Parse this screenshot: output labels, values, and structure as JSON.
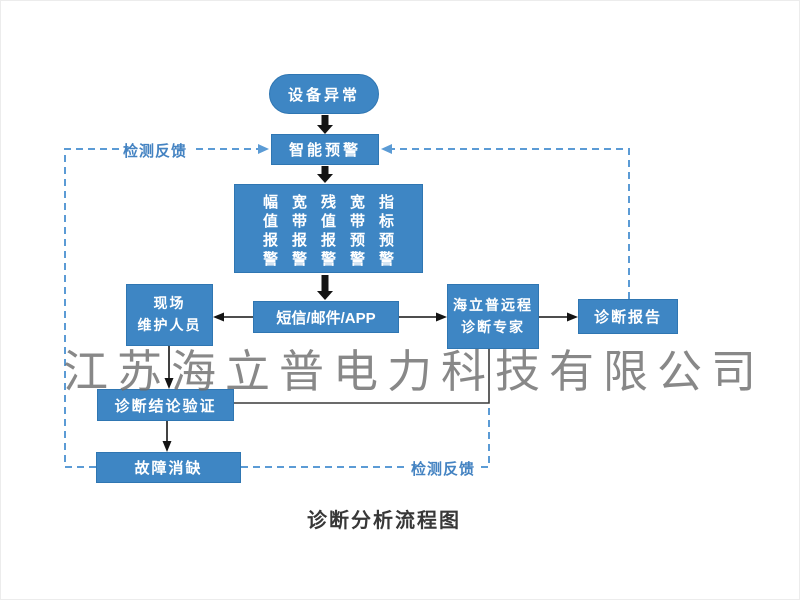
{
  "diagram": {
    "title": "诊断分析流程图",
    "watermark": "江苏海立普电力科技有限公司",
    "nodes": {
      "equipment_abnormal": "设备异常",
      "intelligent_warning": "智能预警",
      "alarm_types": [
        "幅值报警",
        "宽带报警",
        "残值报警",
        "宽带预警",
        "指标预警"
      ],
      "notification": "短信/邮件/APP",
      "field_staff": {
        "line1": "现场",
        "line2": "维护人员"
      },
      "remote_expert": {
        "line1": "海立普远程",
        "line2": "诊断专家"
      },
      "report": "诊断报告",
      "verification": "诊断结论验证",
      "fault_fix": "故障消缺"
    },
    "labels": {
      "feedback_top": "检测反馈",
      "feedback_bottom": "检测反馈"
    },
    "colors": {
      "node_fill": "#3E86C4",
      "node_border": "#2F76B2",
      "dashed_line": "#5B9BD5",
      "solid_arrow": "#141414",
      "feedback_text": "#4483C2",
      "watermark_text": "#787878",
      "title_text": "#383838"
    }
  }
}
